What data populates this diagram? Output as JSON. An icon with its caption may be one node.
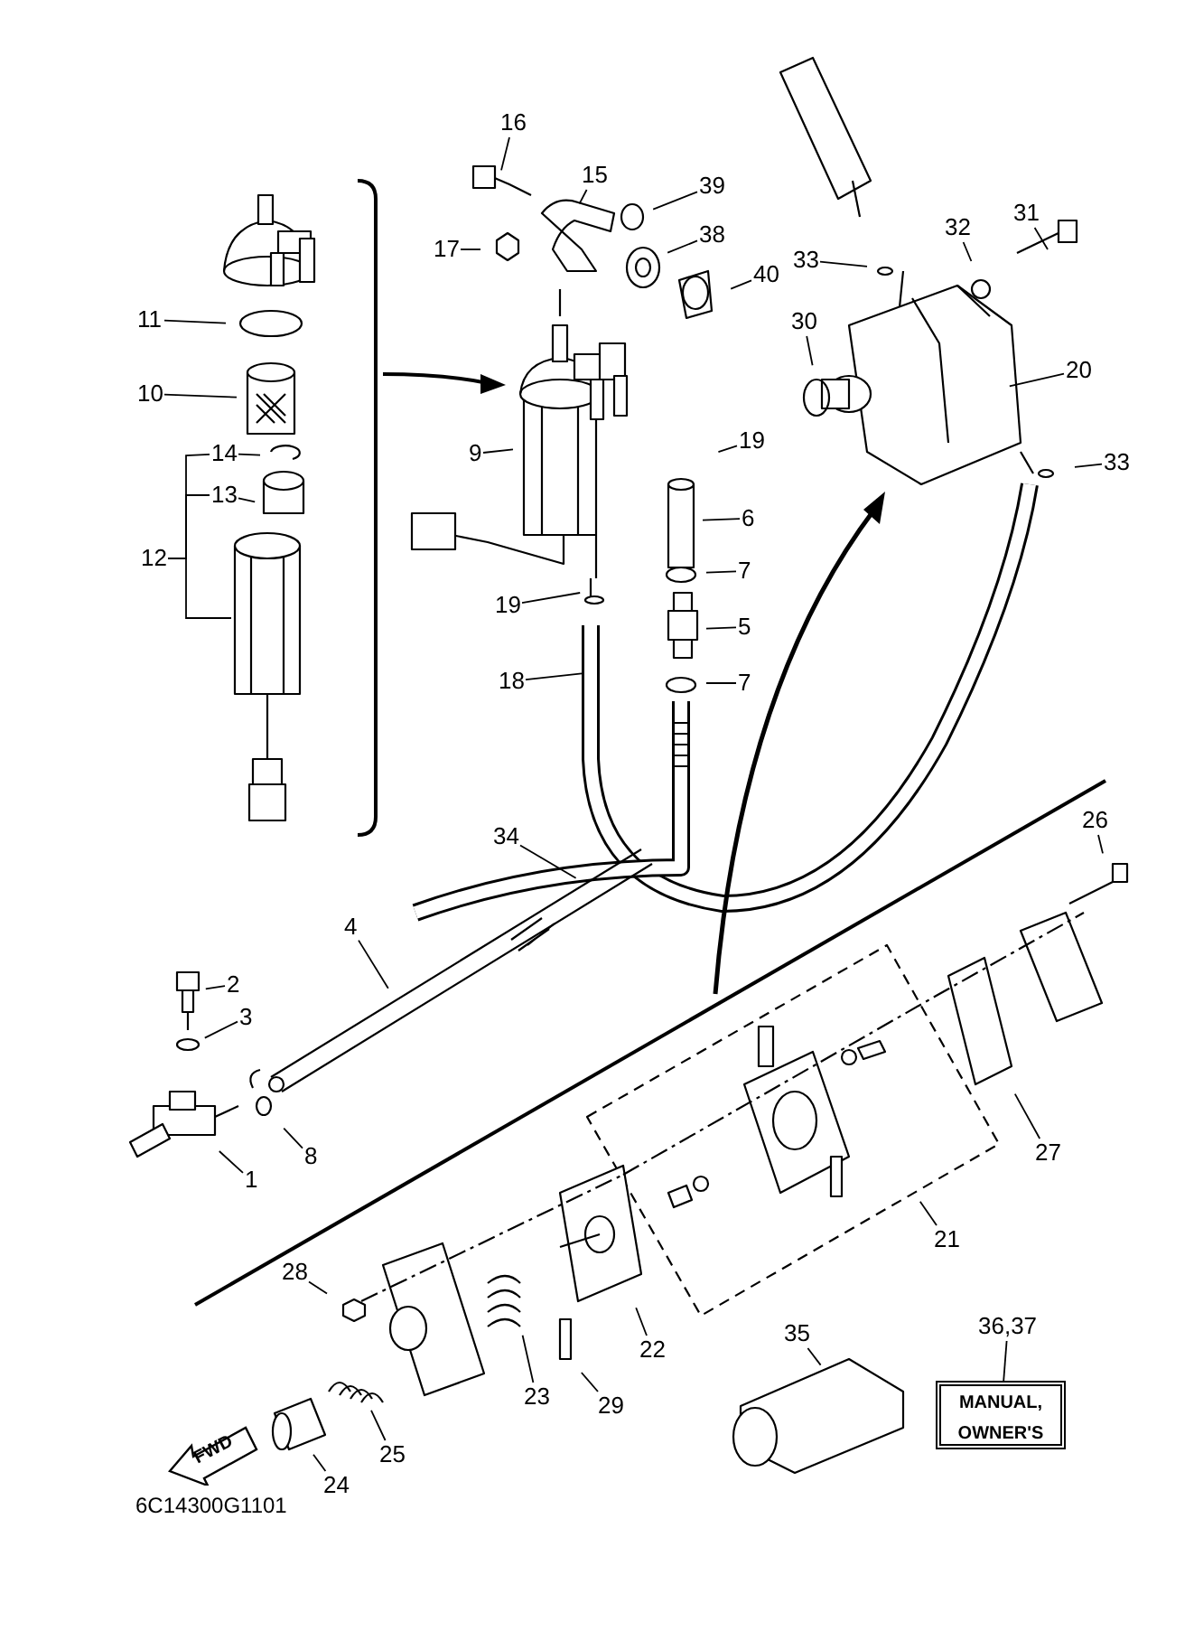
{
  "diagram": {
    "nodes": [
      {
        "text": [
          "16"
        ]
      },
      {
        "text": [
          "15"
        ]
      },
      {
        "text": [
          "39"
        ]
      },
      {
        "text": [
          "31"
        ]
      },
      {
        "text": [
          "38"
        ]
      },
      {
        "text": [
          "32"
        ]
      },
      {
        "text": [
          "17"
        ]
      },
      {
        "text": [
          "40"
        ]
      },
      {
        "text": [
          "33"
        ]
      },
      {
        "text": [
          "11"
        ]
      },
      {
        "text": [
          "30"
        ]
      },
      {
        "text": [
          "20"
        ]
      },
      {
        "text": [
          "10"
        ]
      },
      {
        "text": [
          "19"
        ]
      },
      {
        "text": [
          "9"
        ]
      },
      {
        "text": [
          "14"
        ]
      },
      {
        "text": [
          "33"
        ]
      },
      {
        "text": [
          "13"
        ]
      },
      {
        "text": [
          "6"
        ]
      },
      {
        "text": [
          "12"
        ]
      },
      {
        "text": [
          "7"
        ]
      },
      {
        "text": [
          "19"
        ]
      },
      {
        "text": [
          "5"
        ]
      },
      {
        "text": [
          "18"
        ]
      },
      {
        "text": [
          "7"
        ]
      },
      {
        "text": [
          "26"
        ]
      },
      {
        "text": [
          "34"
        ]
      },
      {
        "text": [
          "4"
        ]
      },
      {
        "text": [
          "2"
        ]
      },
      {
        "text": [
          "3"
        ]
      },
      {
        "text": [
          "8"
        ]
      },
      {
        "text": [
          "27"
        ]
      },
      {
        "text": [
          "1"
        ]
      },
      {
        "text": [
          "21"
        ]
      },
      {
        "text": [
          "28"
        ]
      },
      {
        "text": [
          "36,37"
        ]
      },
      {
        "text": [
          "35"
        ]
      },
      {
        "text": [
          "22"
        ]
      },
      {
        "text": [
          "29"
        ]
      },
      {
        "text": [
          "23"
        ]
      },
      {
        "text": [
          "25"
        ]
      },
      {
        "text": [
          "24"
        ]
      },
      {
        "text": [
          "MANUAL, OWNER'S"
        ]
      },
      {
        "text": [
          "FWD"
        ]
      }
    ],
    "edges": [
      {
        "from": 0,
        "to": null,
        "arrow": "none"
      },
      {
        "from": 1,
        "to": null,
        "arrow": "none"
      },
      {
        "from": 2,
        "to": null,
        "arrow": "none"
      },
      {
        "from": 3,
        "to": null,
        "arrow": "none"
      },
      {
        "from": 4,
        "to": null,
        "arrow": "none"
      },
      {
        "from": 5,
        "to": null,
        "arrow": "none"
      },
      {
        "from": 6,
        "to": null,
        "arrow": "none"
      },
      {
        "from": 7,
        "to": null,
        "arrow": "none"
      },
      {
        "from": 8,
        "to": null,
        "arrow": "none"
      },
      {
        "from": 9,
        "to": null,
        "arrow": "none"
      },
      {
        "from": 10,
        "to": null,
        "arrow": "none"
      },
      {
        "from": 11,
        "to": null,
        "arrow": "none"
      },
      {
        "from": 12,
        "to": null,
        "arrow": "none"
      },
      {
        "from": 13,
        "to": null,
        "arrow": "none"
      },
      {
        "from": 14,
        "to": null,
        "arrow": "none"
      },
      {
        "from": 15,
        "to": null,
        "arrow": "none"
      },
      {
        "from": 16,
        "to": null,
        "arrow": "none"
      },
      {
        "from": 17,
        "to": null,
        "arrow": "none"
      },
      {
        "from": 18,
        "to": null,
        "arrow": "none"
      },
      {
        "from": 19,
        "to": null,
        "arrow": "none"
      },
      {
        "from": 20,
        "to": null,
        "arrow": "none"
      },
      {
        "from": 21,
        "to": null,
        "arrow": "none"
      },
      {
        "from": 22,
        "to": null,
        "arrow": "none"
      },
      {
        "from": 23,
        "to": null,
        "arrow": "none"
      },
      {
        "from": 24,
        "to": null,
        "arrow": "none"
      },
      {
        "from": 25,
        "to": null,
        "arrow": "none"
      },
      {
        "from": 26,
        "to": null,
        "arrow": "none"
      },
      {
        "from": 27,
        "to": null,
        "arrow": "none"
      },
      {
        "from": 28,
        "to": null,
        "arrow": "none"
      },
      {
        "from": 29,
        "to": null,
        "arrow": "none"
      },
      {
        "from": 30,
        "to": null,
        "arrow": "none"
      },
      {
        "from": 31,
        "to": null,
        "arrow": "none"
      },
      {
        "from": 32,
        "to": null,
        "arrow": "none"
      },
      {
        "from": 33,
        "to": null,
        "arrow": "none"
      },
      {
        "from": 34,
        "to": null,
        "arrow": "none"
      },
      {
        "from": 35,
        "to": 42,
        "arrow": "none"
      },
      {
        "from": 36,
        "to": null,
        "arrow": "none"
      },
      {
        "from": 37,
        "to": null,
        "arrow": "none"
      },
      {
        "from": 38,
        "to": null,
        "arrow": "none"
      },
      {
        "from": 39,
        "to": null,
        "arrow": "none"
      },
      {
        "from": 40,
        "to": null,
        "arrow": "none"
      },
      {
        "from": 41,
        "to": null,
        "arrow": "none"
      },
      {
        "from": 19,
        "to": 15,
        "arrow": "none"
      },
      {
        "from": 19,
        "to": 17,
        "arrow": "none"
      }
    ],
    "labels": [
      "6C14300G1101"
    ]
  }
}
